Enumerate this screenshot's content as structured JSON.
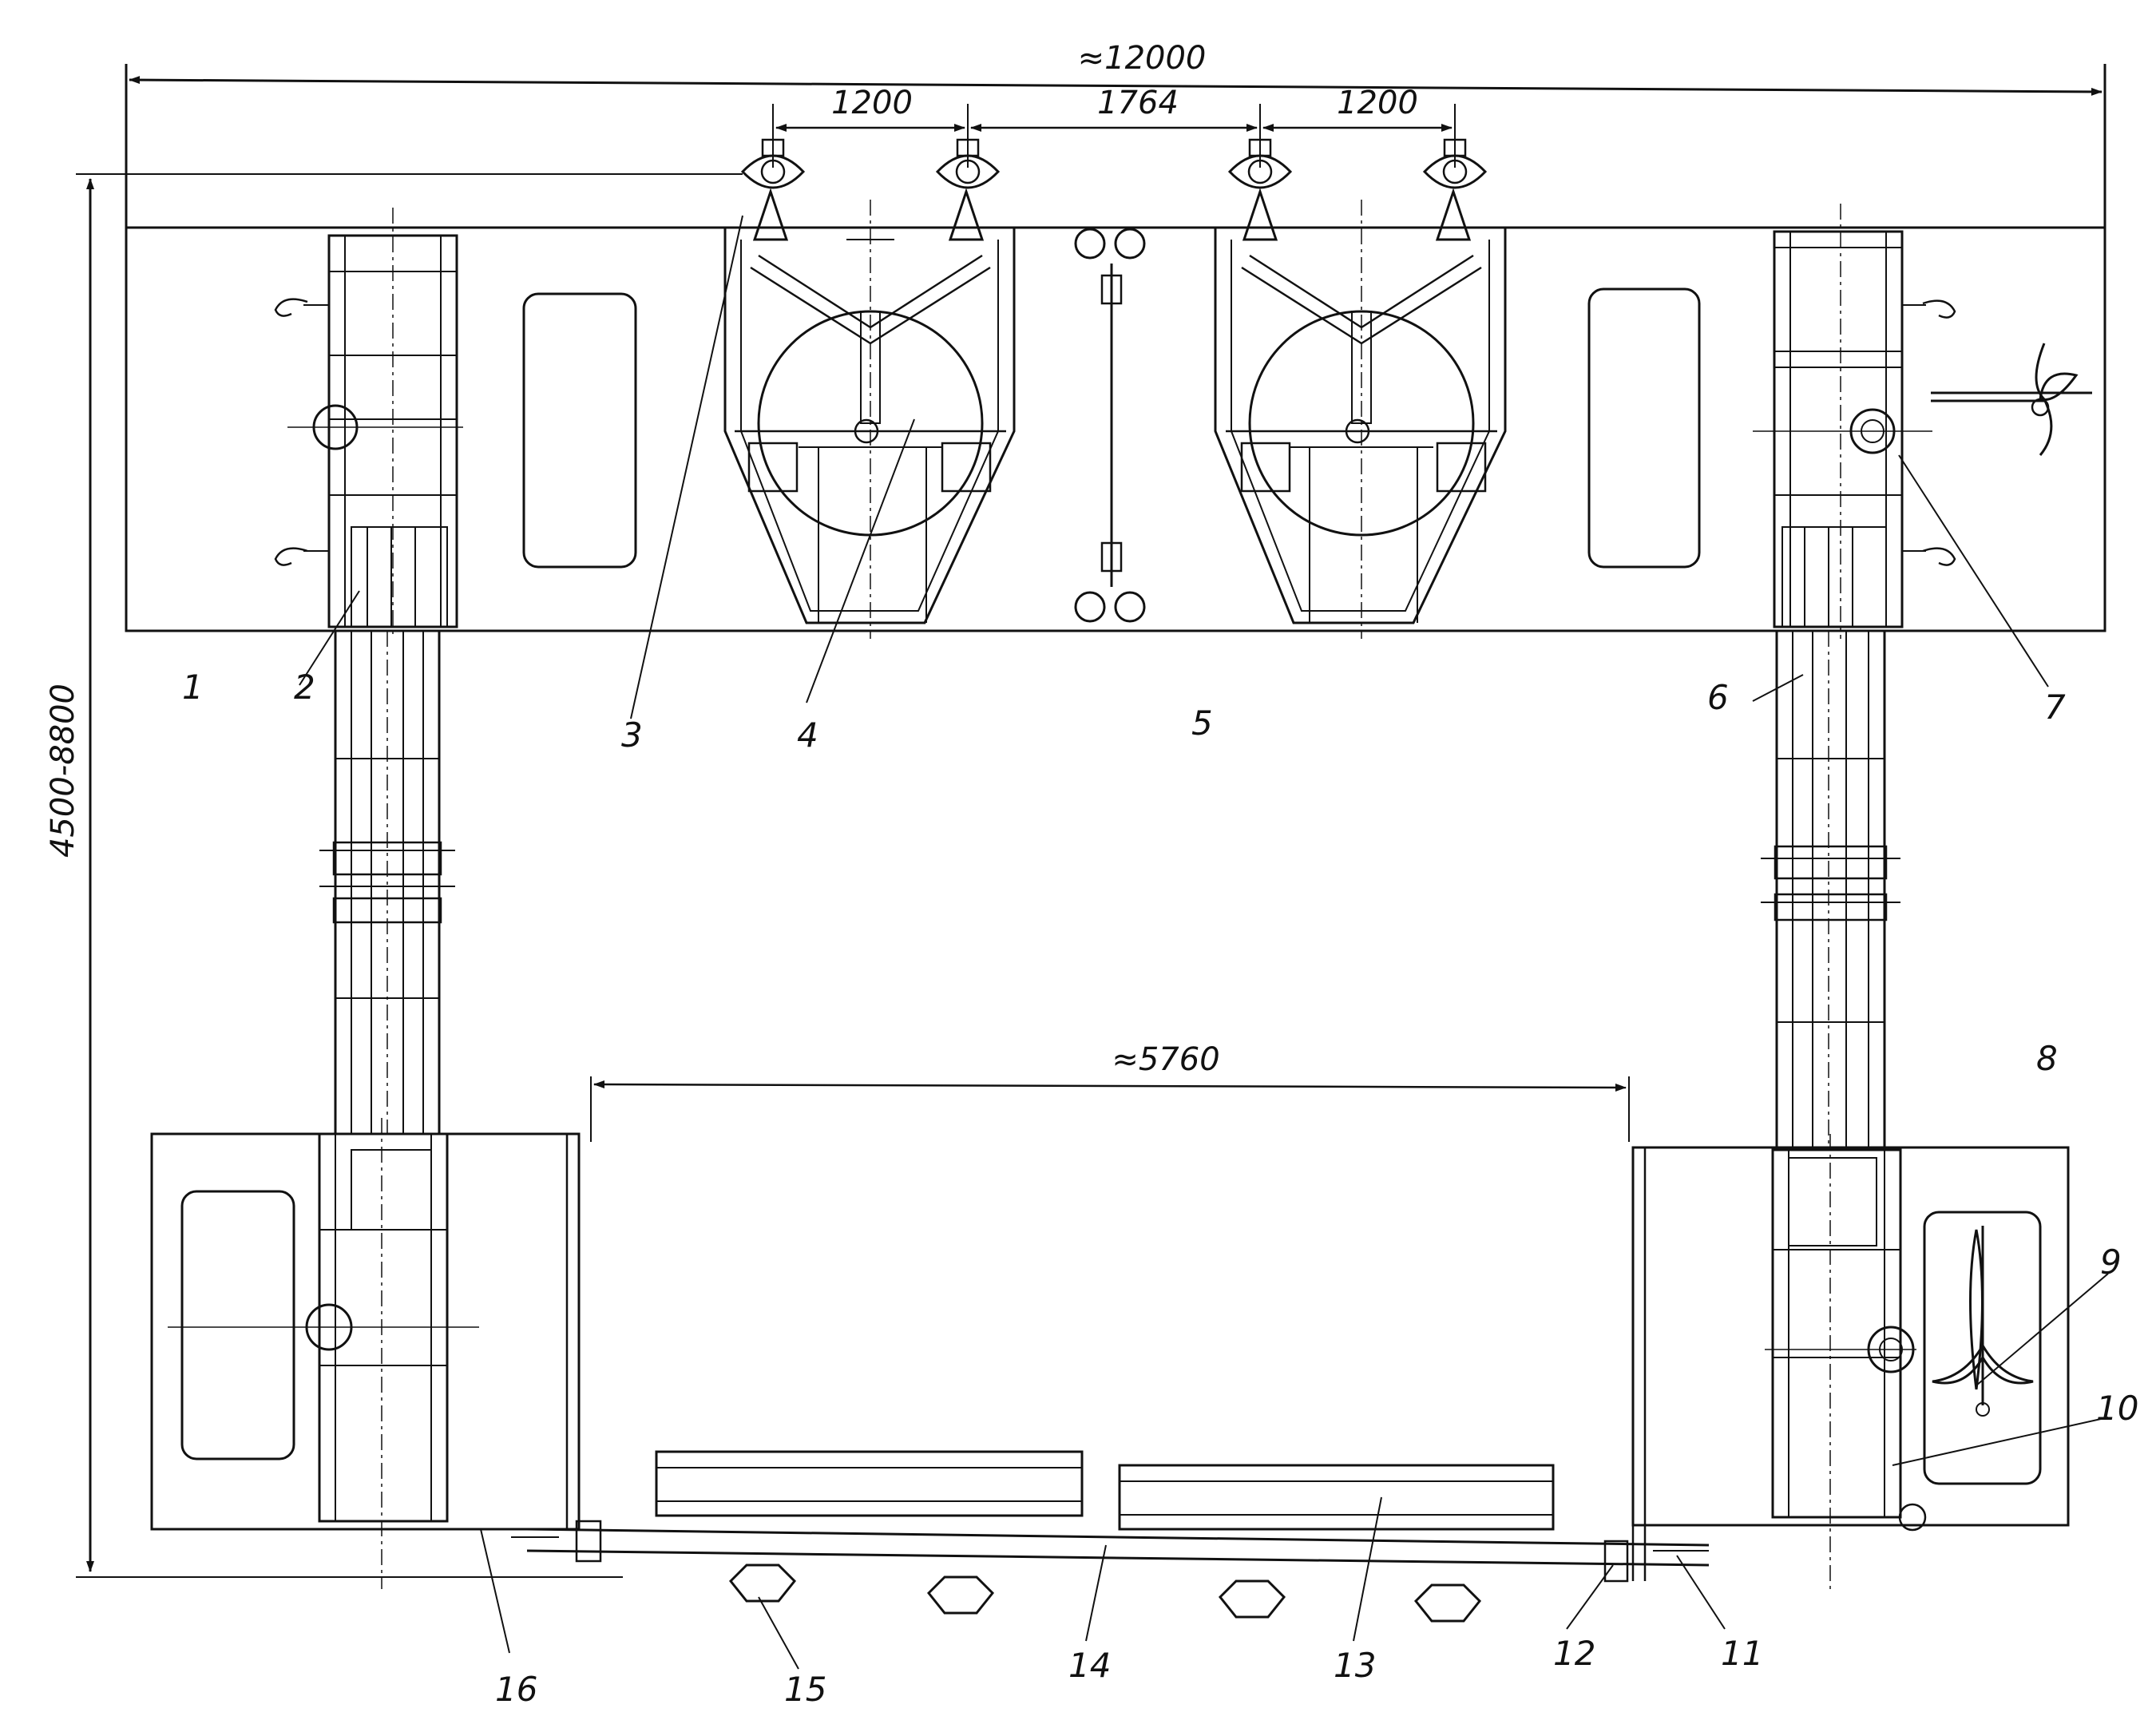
{
  "dimensions": {
    "overall_width": "≈12000",
    "height_range": "4500-8800",
    "spacing_left": "1200",
    "spacing_center": "1764",
    "spacing_right": "1200",
    "span_between_legs": "≈5760"
  },
  "callouts": [
    "1",
    "2",
    "3",
    "4",
    "5",
    "6",
    "7",
    "8",
    "9",
    "10",
    "11",
    "12",
    "13",
    "14",
    "15",
    "16"
  ],
  "colors": {
    "ink": "#111111",
    "paper": "#ffffff"
  }
}
